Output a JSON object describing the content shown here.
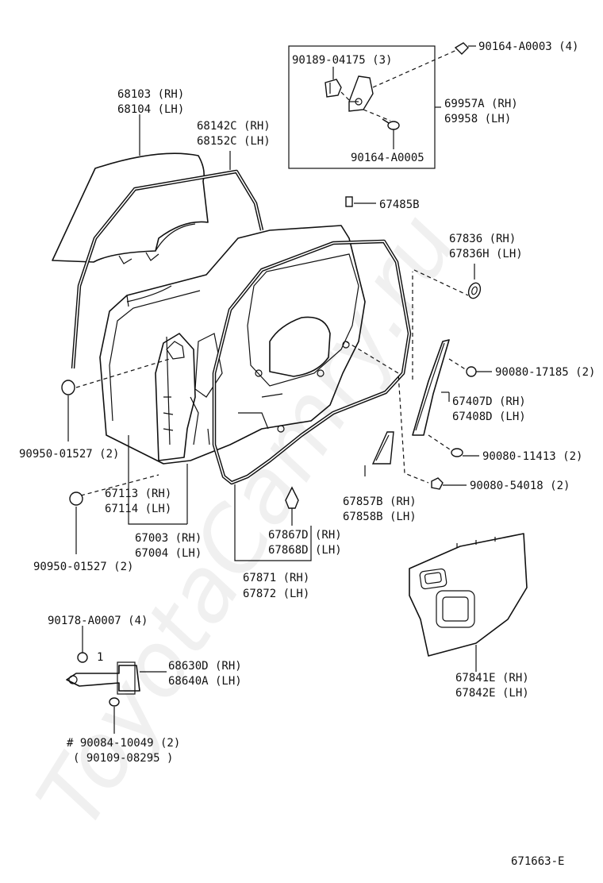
{
  "watermark": "ToyotaCamry.ru",
  "figure_code": "671663-E",
  "callouts": {
    "bolt_90164_a0003": "90164-A0003 (4)",
    "clip_90189": "90189-04175 (3)",
    "bracket_69957a": "69957A (RH)",
    "bracket_69958": "69958   (LH)",
    "screw_90164_a0005": "90164-A0005",
    "glass_68103": "68103 (RH)",
    "glass_68104": "68104 (LH)",
    "run_68142c": "68142C (RH)",
    "run_68152c": "68152C (LH)",
    "pad_67485b": "67485B",
    "cushion_67836": "67836  (RH)",
    "cushion_67836h": "67836H (LH)",
    "nut_90080_17185": "90080-17185 (2)",
    "garnish_67407d": "67407D (RH)",
    "garnish_67408d": "67408D (LH)",
    "screw_90080_11413": "90080-11413 (2)",
    "plug_upper": "90950-01527 (2)",
    "bumper_90080_54018": "90080-54018 (2)",
    "frame_67113": "67113 (RH)",
    "frame_67114": "67114 (LH)",
    "seal_67857b": "67857B (RH)",
    "seal_67858b": "67858B (LH)",
    "panel_67003": "67003 (RH)",
    "panel_67004": "67004 (LH)",
    "clip_67867d": "67867D (RH)",
    "clip_67868d": "67868D (LH)",
    "plug_lower": "90950-01527 (2)",
    "weather_67871": "67871 (RH)",
    "weather_67872": "67872 (LH)",
    "bolt_90178": "90178-A0007 (4)",
    "check_68630d": "68630D (RH)",
    "check_68640a": "68640A (LH)",
    "hole_cover_67841e": "67841E (RH)",
    "hole_cover_67842e": "67842E (LH)",
    "bolt_90084": "# 90084-10049 (2)",
    "bolt_90109": "( 90109-08295 )",
    "index_one": "1"
  }
}
